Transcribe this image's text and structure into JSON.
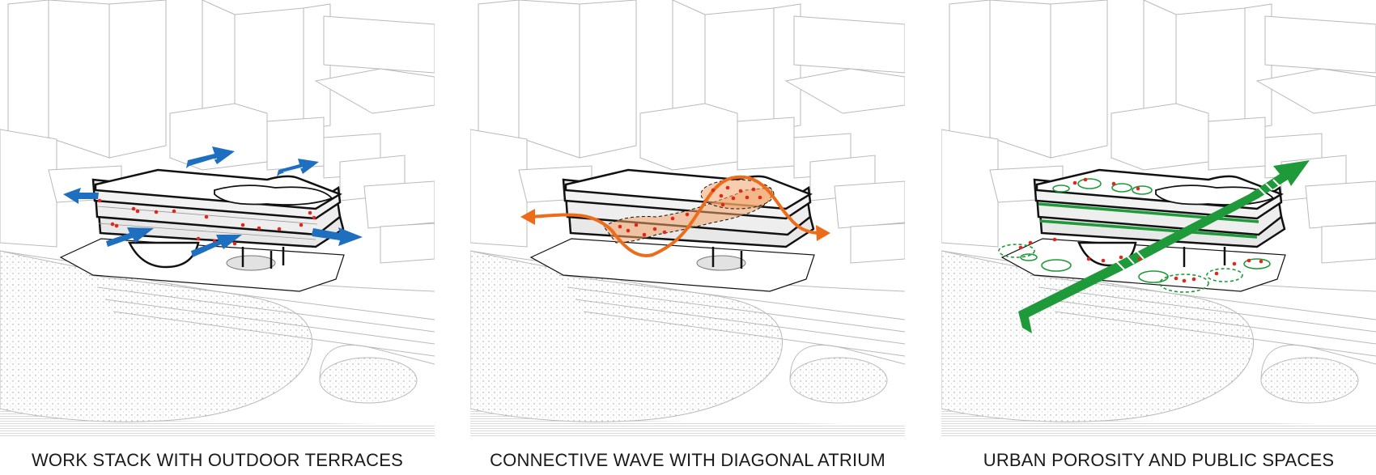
{
  "panels": [
    {
      "id": "terraces",
      "caption": "WORK STACK WITH OUTDOOR TERRACES",
      "accent": "#1f6fc0",
      "people_color": "#e3261b"
    },
    {
      "id": "wave",
      "caption": "CONNECTIVE WAVE WITH DIAGONAL ATRIUM",
      "accent": "#ec6c1a",
      "people_color": "#e3261b"
    },
    {
      "id": "porosity",
      "caption": "URBAN POROSITY AND PUBLIC SPACES",
      "accent": "#1f9a3a",
      "people_color": "#e3261b"
    }
  ],
  "colors": {
    "line": "#b9b9b9",
    "building_stroke": "#111111",
    "ground": "#f4f4f4"
  }
}
